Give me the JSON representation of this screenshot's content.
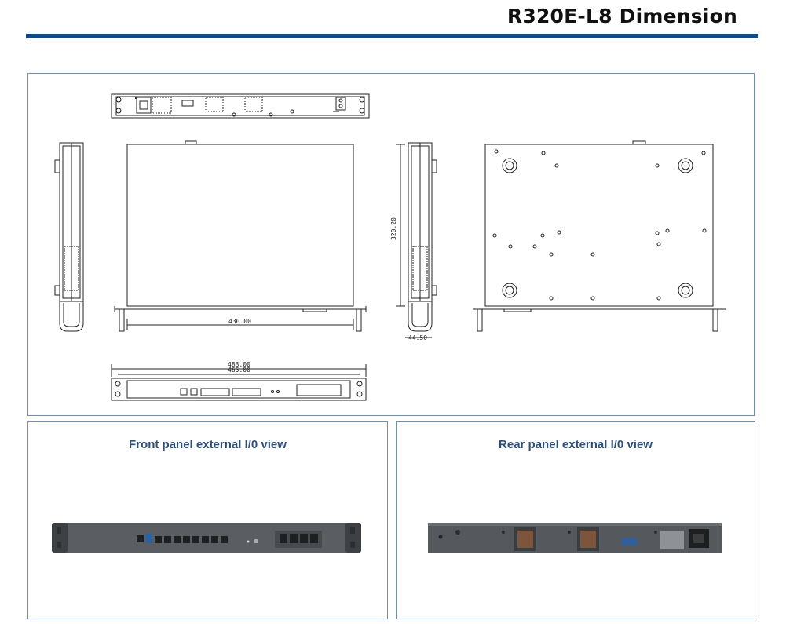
{
  "header": {
    "title": "R320E-L8 Dimension"
  },
  "drawing": {
    "width_label": "430.00",
    "depth_label": "320.20",
    "height_label": "44.50",
    "overall_width_label": "483.00",
    "ear_width_label": "465.00"
  },
  "front_panel": {
    "caption": "Front panel external I/0 view"
  },
  "rear_panel": {
    "caption": "Rear panel external I/0 view"
  },
  "colors": {
    "accent": "#0d4a87",
    "caption": "#2d4f7a",
    "border": "#6d8fb3",
    "chassis": "#5a5e62"
  }
}
